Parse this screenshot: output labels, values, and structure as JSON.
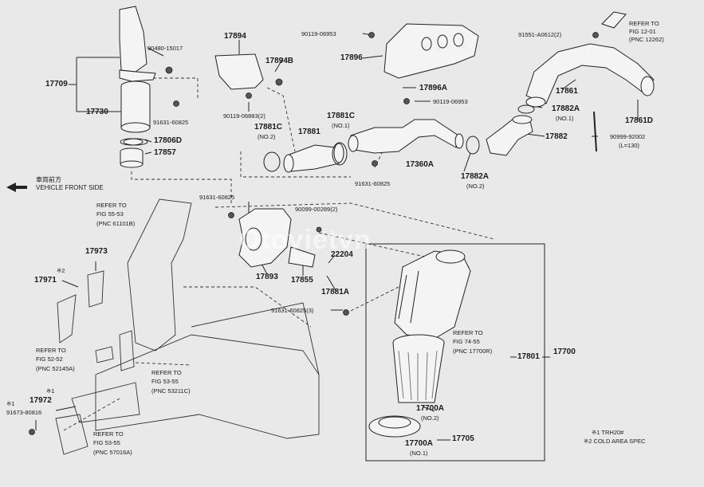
{
  "watermark": "Otovietvn",
  "direction": {
    "jp": "車両前方",
    "en": "VEHICLE FRONT SIDE"
  },
  "footnotes": [
    "※1 TRH20#",
    "※2 COLD AREA SPEC"
  ],
  "labels": {
    "p17709": "17709",
    "p17730": "17730",
    "p90480": "90480-15017",
    "p91631a": "91631-60825",
    "p17806d": "17806D",
    "p17857": "17857",
    "p17894": "17894",
    "p17894b": "17894B",
    "p90119a": "90119-06883(2)",
    "p17881c2": "17881C",
    "p17881c2n": "(NO.2)",
    "p17881": "17881",
    "p17881c1": "17881C",
    "p17881c1n": "(NO.1)",
    "p90119b": "90119-06953",
    "p17896": "17896",
    "p17896a": "17896A",
    "p90119c": "90119-06953",
    "p91631b": "91631-60825",
    "p17360a": "17360A",
    "p17882a2": "17882A",
    "p17882a2n": "(NO.2)",
    "p91551": "91551-A0612(2)",
    "ref1201a": "REFER TO",
    "ref1201b": "FIG 12-01",
    "ref1201c": "(PNC 12262)",
    "p17861": "17861",
    "p17882a1": "17882A",
    "p17882a1n": "(NO.1)",
    "p17882": "17882",
    "p90999": "90999-92002",
    "p90999n": "(L=130)",
    "p17861d": "17861D",
    "p91631c": "91631-60825",
    "ref5553a": "REFER TO",
    "ref5553b": "FIG 55-53",
    "ref5553c": "(PNC 61101B)",
    "p90099": "90099-00289(2)",
    "p22204": "22204",
    "p17893": "17893",
    "p17855": "17855",
    "p17881a": "17881A",
    "p91631d": "91631-60825(3)",
    "p17973": "17973",
    "p17971m": "※2",
    "p17971": "17971",
    "ref5252a": "REFER TO",
    "ref5252b": "FIG 52-52",
    "ref5252c": "(PNC 52145A)",
    "ref5355a": "REFER TO",
    "ref5355b": "FIG 53-55",
    "ref5355c": "(PNC 53211C)",
    "p17972m": "※1",
    "p17972": "17972",
    "p91673m": "※1",
    "p91673": "91673-80816",
    "ref5355d": "REFER TO",
    "ref5355e": "FIG 53-55",
    "ref5355f": "(PNC 57016A)",
    "ref7455a": "REFER TO",
    "ref7455b": "FIG 74-55",
    "ref7455c": "(PNC 17700R)",
    "p17801": "17801",
    "p17700": "17700",
    "p17700a2": "17700A",
    "p17700a2n": "(NO.2)",
    "p17700a1": "17700A",
    "p17700a1n": "(NO.1)",
    "p17705": "17705"
  }
}
